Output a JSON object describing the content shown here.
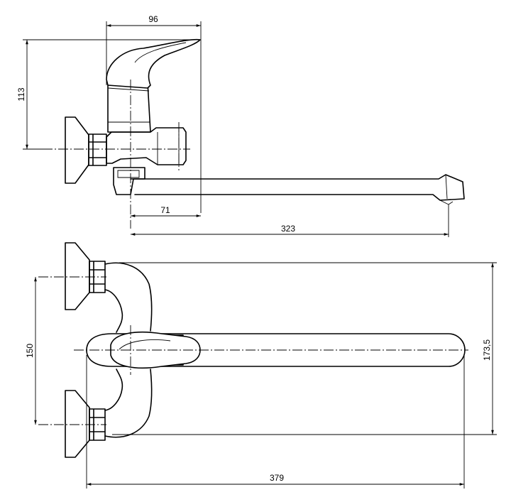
{
  "dimensions": {
    "top_width": "96",
    "top_height": "113",
    "inlet_offset": "71",
    "spout_reach": "323",
    "inlet_spacing": "150",
    "body_height": "173,5",
    "overall_length": "379"
  }
}
